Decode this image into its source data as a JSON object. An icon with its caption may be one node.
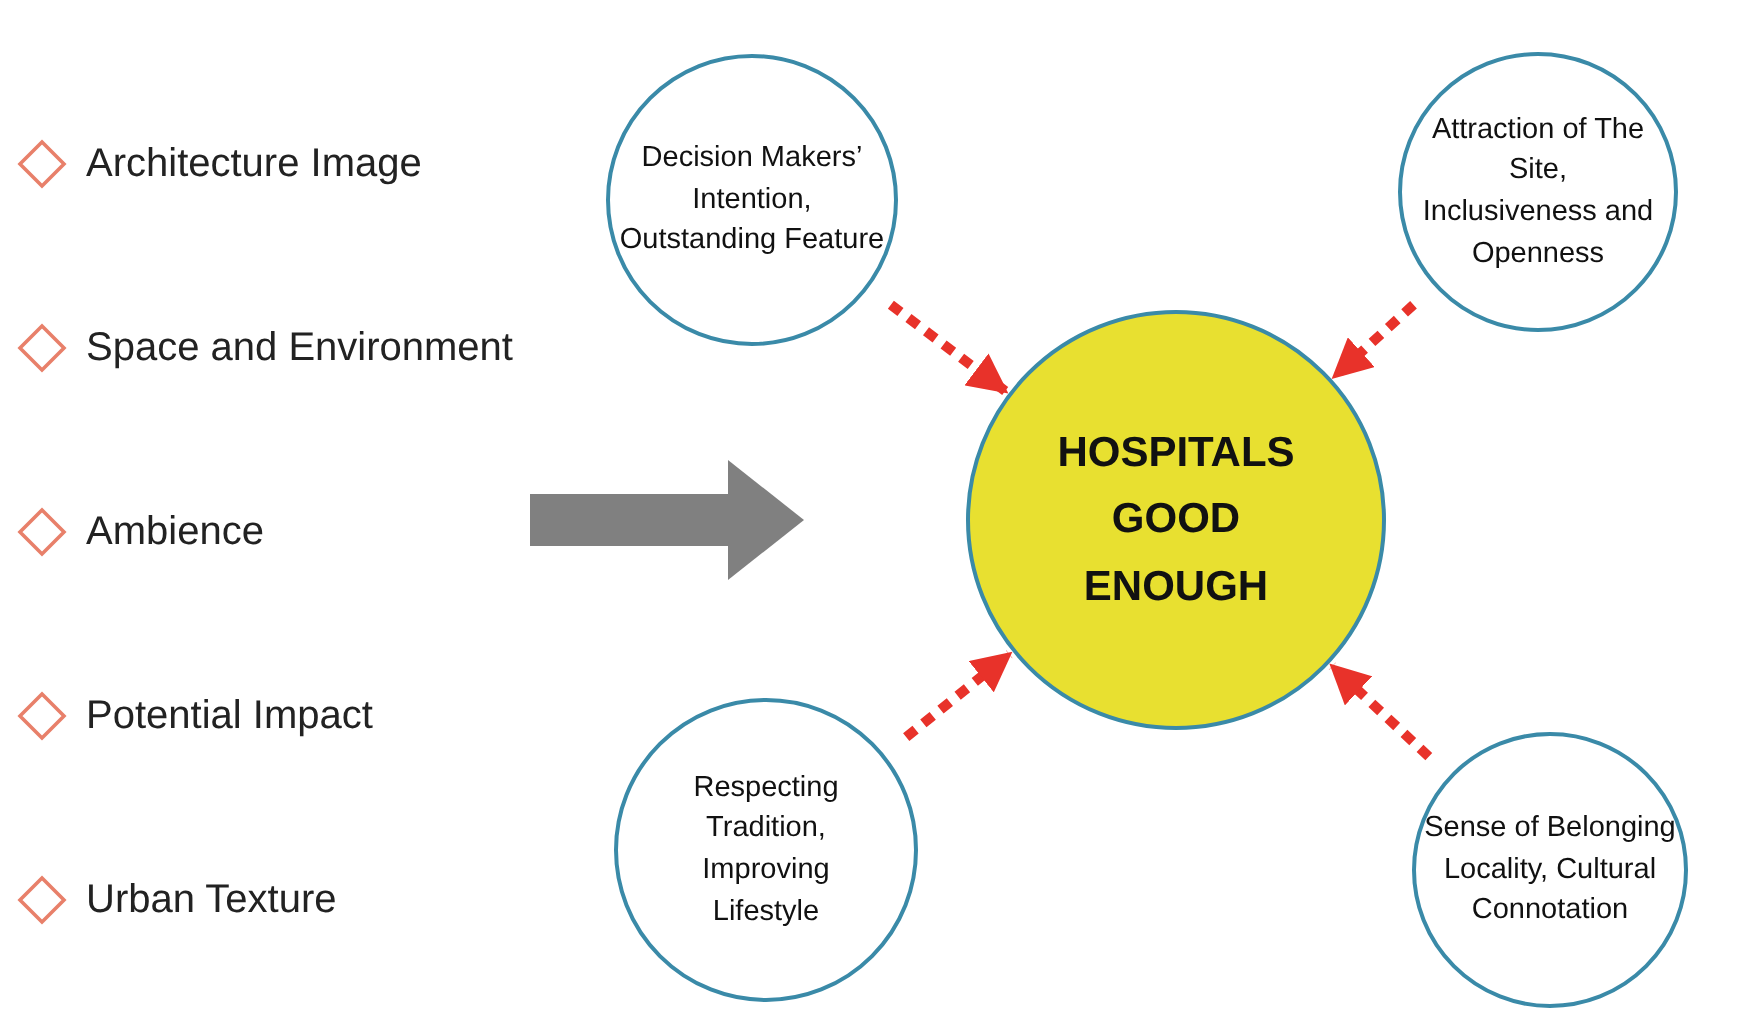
{
  "diagram": {
    "nodes": [
      {
        "text": [
          "Decision Makers’ Intention, Outstanding Feature"
        ]
      },
      {
        "text": [
          "Attraction of The Site, Inclusiveness and Openness"
        ]
      },
      {
        "text": [
          "HOSPITALS GOOD ENOUGH"
        ]
      },
      {
        "text": [
          "Respecting Tradition, Improving Lifestyle"
        ]
      },
      {
        "text": [
          "Sense of Belonging Locality, Cultural Connotation"
        ]
      }
    ],
    "edges": [
      {
        "from": 0,
        "to": 2,
        "arrow": "to",
        "style": "dashed"
      },
      {
        "from": 1,
        "to": 2,
        "arrow": "to",
        "style": "dashed"
      },
      {
        "from": 3,
        "to": 2,
        "arrow": "to",
        "style": "dashed"
      },
      {
        "from": 4,
        "to": 2,
        "arrow": "to",
        "style": "dashed"
      },
      {
        "from": null,
        "to": 2,
        "arrow": "to",
        "style": "thick",
        "color": "#808080"
      }
    ],
    "labels": [
      "Architecture Image",
      "Space and Environment",
      "Ambience",
      "Potential Impact",
      "Urban Texture"
    ]
  }
}
